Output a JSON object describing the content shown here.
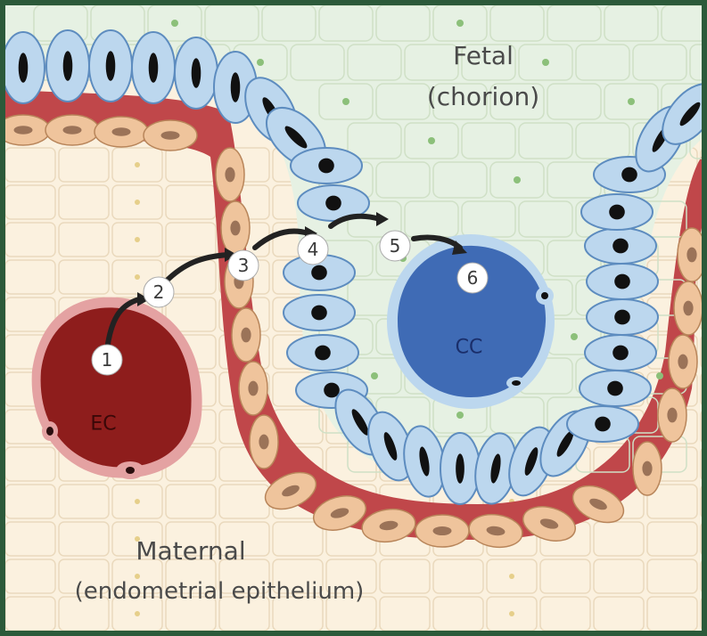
{
  "labels": {
    "fetal_line1": "Fetal",
    "fetal_line2": "(chorion)",
    "maternal_line1": "Maternal",
    "maternal_line2": "(endometrial epithelium)",
    "ec": "EC",
    "cc": "CC"
  },
  "steps": [
    "1",
    "2",
    "3",
    "4",
    "5",
    "6"
  ],
  "colors": {
    "maternal_bg": "#fbf1df",
    "fetal_bg": "#e6f1e3",
    "trophoblast": "#bcd7ee",
    "maternal_cell": "#efc49c",
    "basal_layer": "#c0474a",
    "ec_fill": "#8e1d1c",
    "cc_fill": "#3f6bb5",
    "frame": "#2c5a3a"
  }
}
